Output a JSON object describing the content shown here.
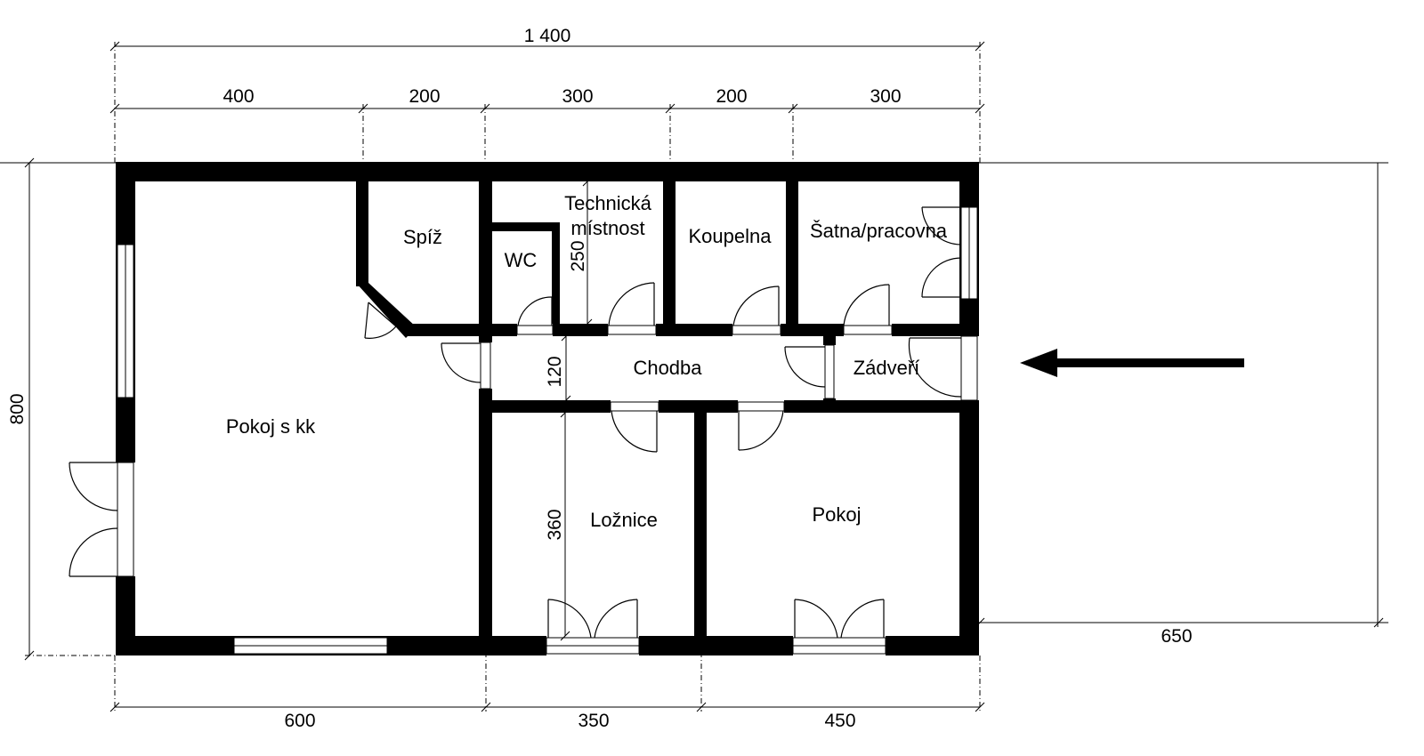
{
  "dimensions": {
    "overall_width": "1 400",
    "top_segments": [
      "400",
      "200",
      "300",
      "200",
      "300"
    ],
    "bottom_segments": [
      "600",
      "350",
      "450"
    ],
    "height": "800",
    "corridor_width": "120",
    "bedroom_depth": "360",
    "tech_room_depth": "250",
    "terrace_width": "650"
  },
  "rooms": {
    "living": "Pokoj s kk",
    "pantry": "Spíž",
    "wc": "WC",
    "technical_line1": "Technická",
    "technical_line2": "místnost",
    "bathroom": "Koupelna",
    "dressing": "Šatna/pracovna",
    "corridor": "Chodba",
    "vestibule": "Zádveří",
    "bedroom": "Ložnice",
    "room": "Pokoj"
  },
  "entrance_arrow": "entrance-arrow"
}
